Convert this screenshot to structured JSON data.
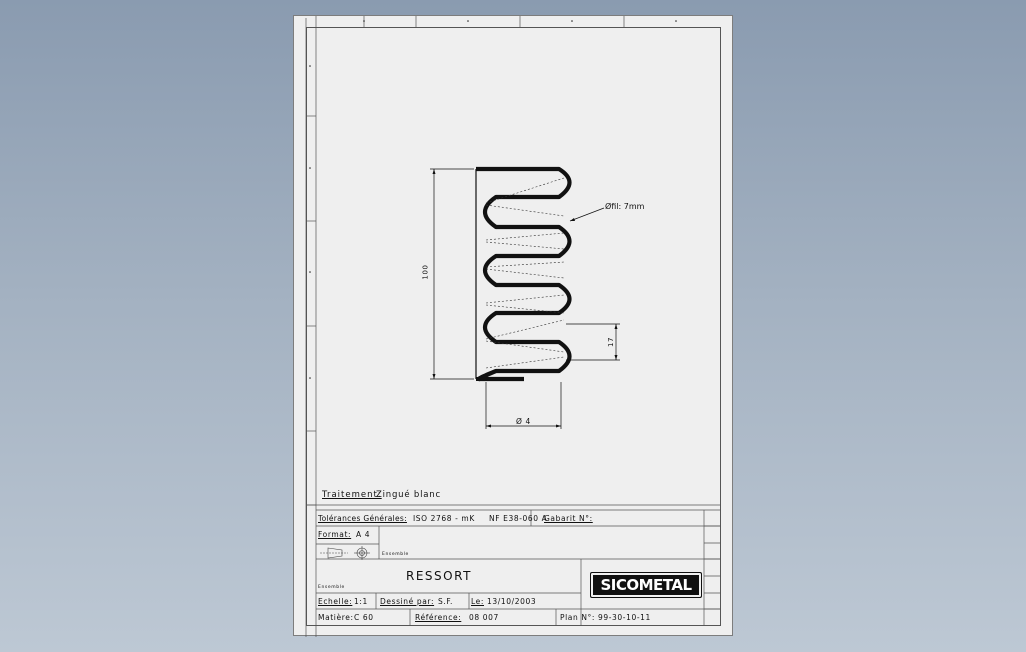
{
  "drawing": {
    "dim_height": "100",
    "dim_wire": "Øfil: 7mm",
    "dim_pitch": "17",
    "dim_diameter": "Ø 4"
  },
  "notes": {
    "treatment_label": "Traitement:",
    "treatment_value": "Zingué blanc"
  },
  "title_block": {
    "tolerances_label": "Tolérances Générales:",
    "tolerances_iso": "ISO 2768 - mK",
    "tolerances_nf": "NF E38-060 A",
    "gabarit_label": "Gabarit N°:",
    "format_label": "Format:",
    "format_value": "A 4",
    "small_note_1": "Ensemble",
    "small_note_2": "Ensemble",
    "part_name": "RESSORT",
    "logo": "SICOMETAL",
    "scale_label": "Echelle:",
    "scale_value": "1:1",
    "drawn_by_label": "Dessiné par:",
    "drawn_by_value": "S.F.",
    "date_label": "Le:",
    "date_value": "13/10/2003",
    "material_label": "Matière:",
    "material_value": "C 60",
    "reference_label": "Référence:",
    "reference_value": "08 007",
    "plan_label": "Plan N°:",
    "plan_value": "99-30-10-11"
  }
}
